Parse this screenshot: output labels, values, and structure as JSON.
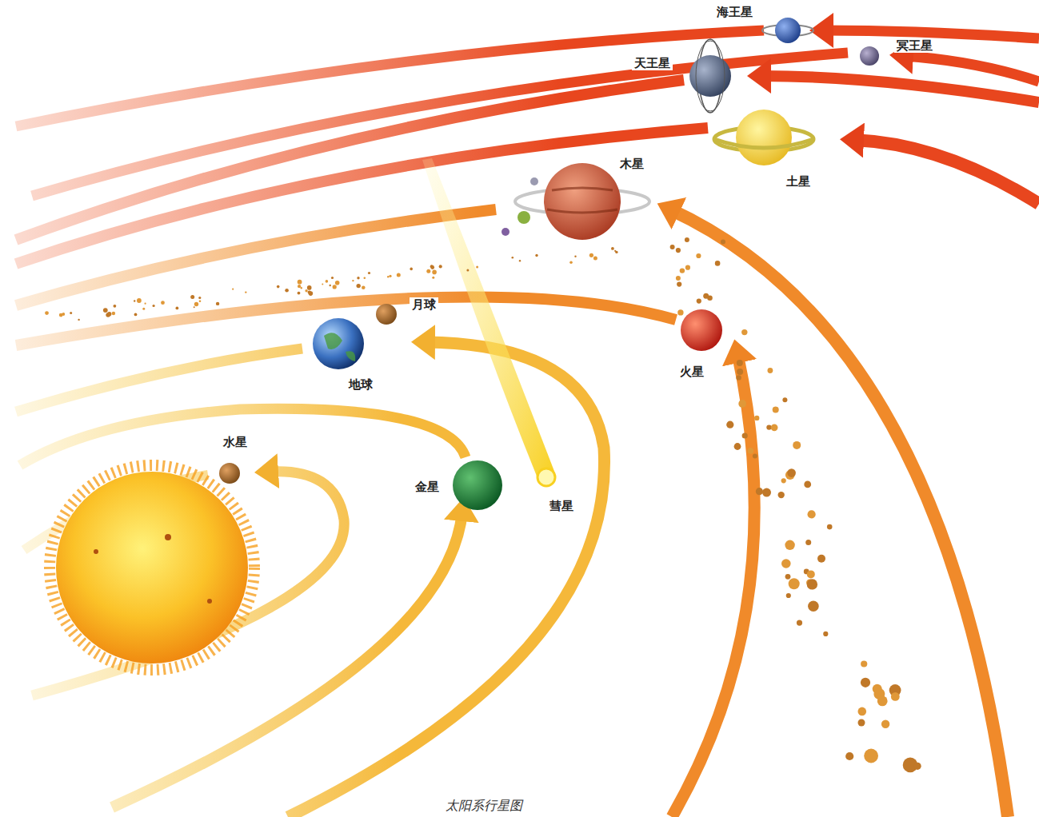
{
  "diagram": {
    "caption": "太阳系行星图",
    "labels": [
      "海王星",
      "冥王星",
      "天王星",
      "土星",
      "木星",
      "月球",
      "火星",
      "地球",
      "水星",
      "金星",
      "彗星"
    ]
  }
}
